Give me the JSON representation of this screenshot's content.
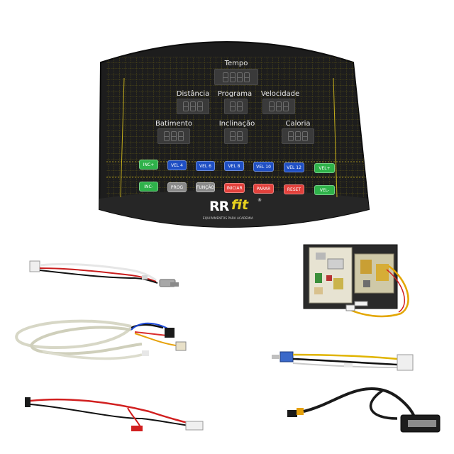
{
  "panel": {
    "labels": {
      "tempo": "Tempo",
      "distancia": "Distância",
      "programa": "Programa",
      "velocidade": "Velocidade",
      "batimento": "Batimento",
      "inclinacao": "Inclinação",
      "caloria": "Caloria"
    },
    "buttons_row1": [
      "INC+",
      "VEL 4",
      "VEL 6",
      "VEL 8",
      "VEL 10",
      "VEL 12",
      "VEL+"
    ],
    "buttons_row2": [
      "INC-",
      "PROG",
      "FUNÇÃO",
      "INICIAR",
      "PARAR",
      "RESET",
      "VEL-"
    ],
    "colors": {
      "green": "#2fb24a",
      "blue": "#1f4fc4",
      "gray": "#8a8a8a",
      "red": "#e2413c",
      "panel": "#1d1d1d",
      "grid": "#b6a21a"
    }
  },
  "brand": {
    "logo_rr": "RR",
    "logo_fit": "fit",
    "registered": "®",
    "tagline": "EQUIPAMENTOS PARA ACADEMIA"
  },
  "components": [
    "panel-cable",
    "long-wire-harness",
    "control-board",
    "short-cable",
    "red-wire-harness",
    "db25-cable"
  ]
}
